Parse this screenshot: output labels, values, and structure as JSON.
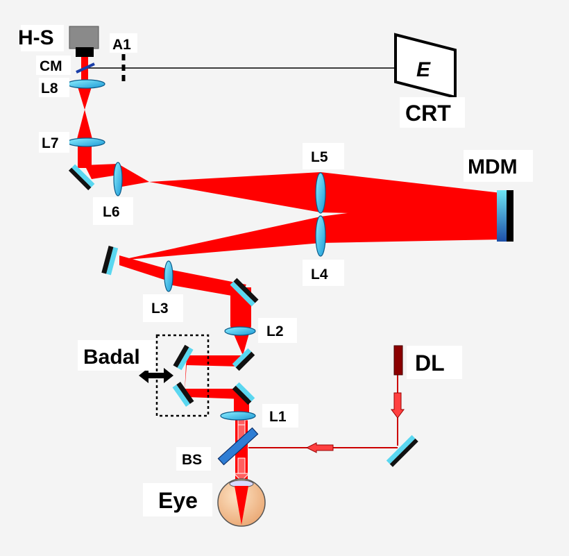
{
  "labels": {
    "hs": "H-S",
    "a1": "A1",
    "cm": "CM",
    "e": "E",
    "l8": "L8",
    "l7": "L7",
    "crt": "CRT",
    "l5": "L5",
    "mdm": "MDM",
    "l6": "L6",
    "l4": "L4",
    "l3": "L3",
    "l2": "L2",
    "badal": "Badal",
    "dl": "DL",
    "l1": "L1",
    "bs": "BS",
    "eye": "Eye"
  },
  "colors": {
    "beam": "#ff0000",
    "beam_dark": "#cc0000",
    "lens": "#2ab3e8",
    "mirror_face": "#5ad7f0",
    "mirror_back": "#111111",
    "dm_gradient_top": "#6ee7f5",
    "dm_gradient_bottom": "#1e4fa8",
    "eye": "#f8c79a",
    "dl_source": "#8b0000",
    "bs": "#2e7dd4"
  }
}
